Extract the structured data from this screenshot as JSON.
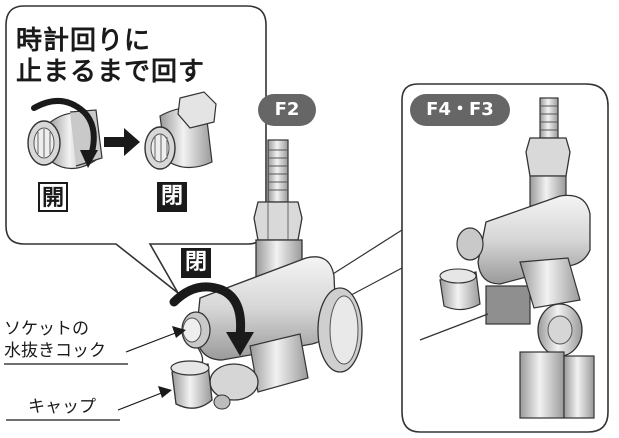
{
  "instruction": {
    "line1": "時計回りに",
    "line2": "止まるまで回す"
  },
  "valve_state": {
    "open": "開",
    "closed": "閉",
    "closed_main": "閉"
  },
  "models": {
    "left": "F2",
    "right": "F4・F3"
  },
  "callouts": {
    "drain_line1": "ソケットの",
    "drain_line2": "水抜きコック",
    "cap": "キャップ"
  },
  "colors": {
    "pill_bg": "#666666",
    "line": "#1a1a1a",
    "metal_light": "#e9e9e9",
    "metal_mid": "#bdbdbd",
    "metal_dark": "#8c8c8c"
  },
  "icons": [
    "arrow-right-icon",
    "clockwise-arrow-icon"
  ]
}
